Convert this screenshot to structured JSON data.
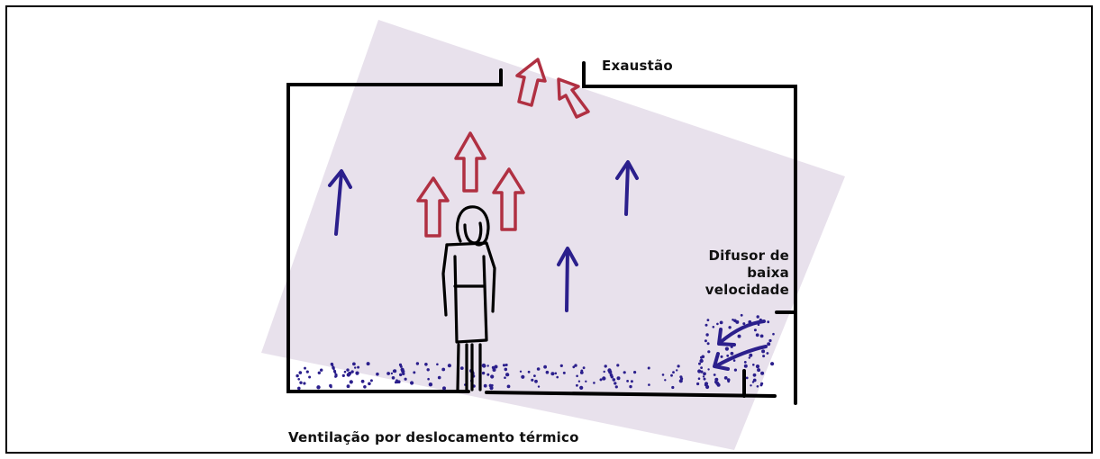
{
  "labels": {
    "exhaust": "Exaustão",
    "diffuser_line1": "Difusor de",
    "diffuser_line2": "baixa",
    "diffuser_line3": "velocidade",
    "caption": "Ventilação por deslocamento térmico"
  },
  "colors": {
    "background_panel": "#e8e1ec",
    "outline": "#000000",
    "warm_arrow": "#b03042",
    "cool_arrow": "#2b1f8c",
    "cool_air_dots": "#2b1f8c"
  },
  "icons": {
    "person": "standing-person-sketch",
    "warm_arrows": "hollow-up-arrow",
    "cool_arrows": "thin-up-arrow"
  }
}
